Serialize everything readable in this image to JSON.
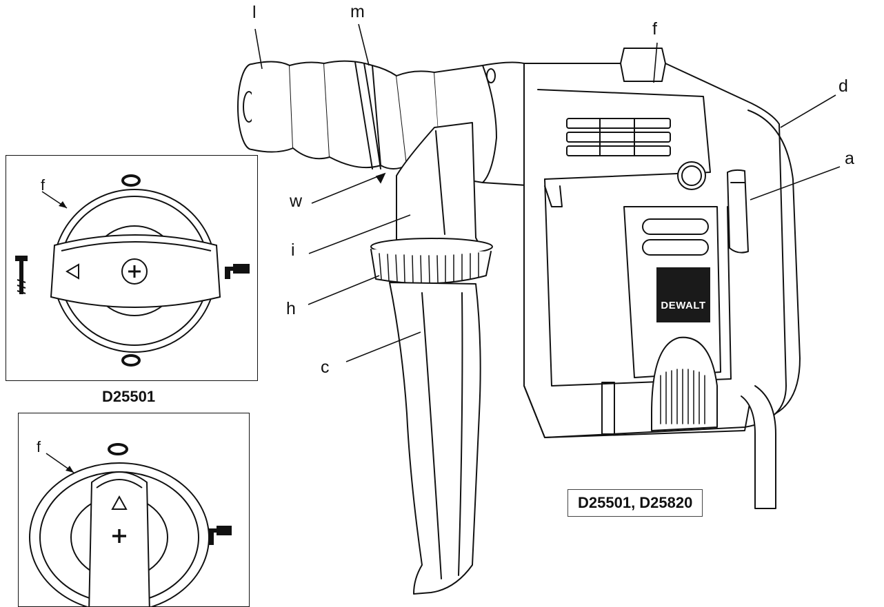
{
  "callouts": {
    "l": "l",
    "m": "m",
    "f": "f",
    "d": "d",
    "a": "a",
    "w": "w",
    "i": "i",
    "h": "h",
    "c": "c"
  },
  "brand_logo": "DEWALT",
  "model_label": "D25501, D25820",
  "detail_top": {
    "caption": "D25501",
    "pointer_label": "f"
  },
  "detail_bottom": {
    "pointer_label": "f"
  }
}
